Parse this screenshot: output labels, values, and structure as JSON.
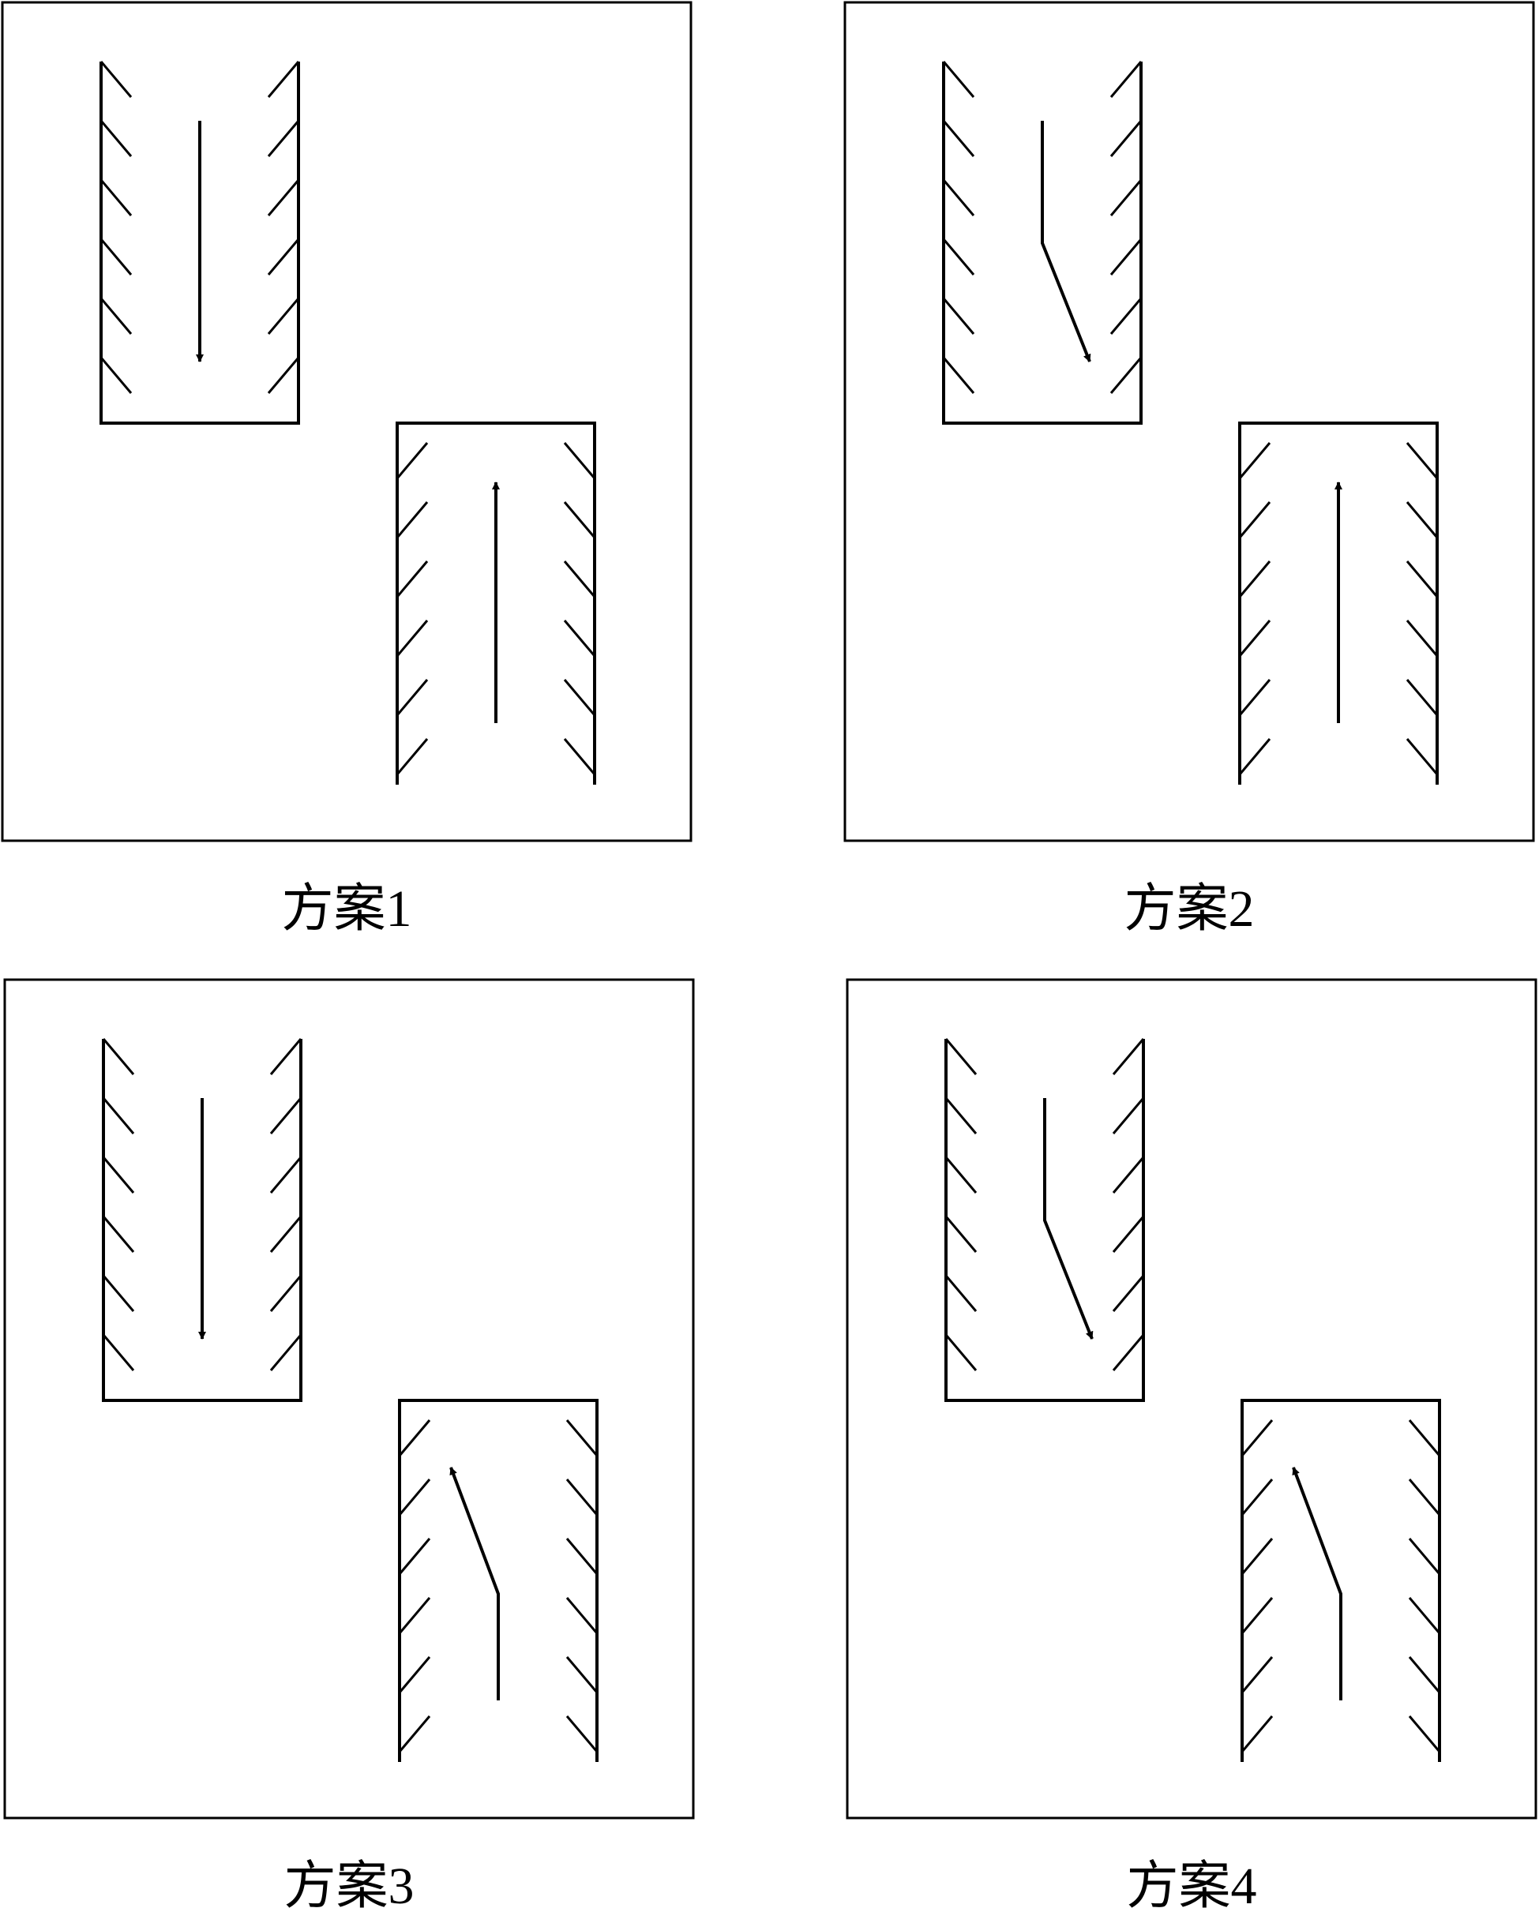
{
  "panels": [
    {
      "caption": "方案1",
      "upper_arrow": "straight-down",
      "lower_arrow": "straight-up"
    },
    {
      "caption": "方案2",
      "upper_arrow": "down-then-deflect-right",
      "lower_arrow": "straight-up"
    },
    {
      "caption": "方案3",
      "upper_arrow": "straight-down",
      "lower_arrow": "up-then-deflect-left"
    },
    {
      "caption": "方案4",
      "upper_arrow": "down-then-deflect-right",
      "lower_arrow": "up-then-deflect-left"
    }
  ],
  "colors": {
    "stroke": "#000000",
    "background": "#ffffff"
  }
}
